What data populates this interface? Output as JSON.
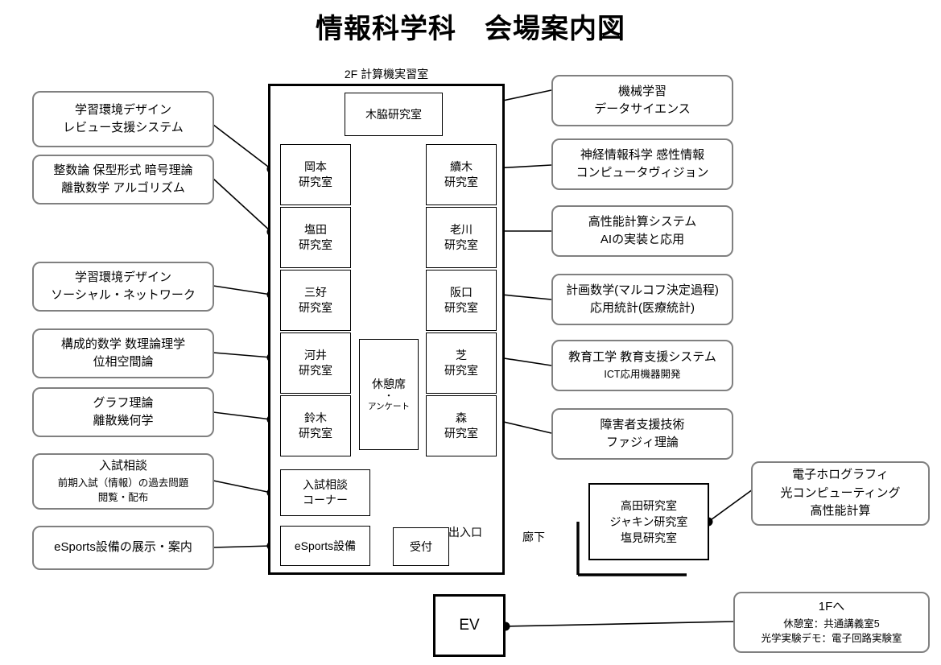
{
  "page": {
    "title": "情報科学科　会場案内図",
    "subtitle": "2F 計算機実習室",
    "corridor_label": "廊下",
    "entrance_label": "出入口"
  },
  "colors": {
    "callout_border": "#808080",
    "map_border": "#000000",
    "background": "#ffffff",
    "connector": "#000000"
  },
  "left_callouts": [
    {
      "lines": [
        "学習環境デザイン",
        "レビュー支援システム"
      ]
    },
    {
      "lines": [
        "整数論 保型形式 暗号理論",
        "離散数学 アルゴリズム"
      ]
    },
    {
      "lines": [
        "学習環境デザイン",
        "ソーシャル・ネットワーク"
      ]
    },
    {
      "lines": [
        "構成的数学 数理論理学",
        "位相空間論"
      ]
    },
    {
      "lines": [
        "グラフ理論",
        "離散幾何学"
      ]
    },
    {
      "lines": [
        "入試相談",
        "前期入試（情報）の過去問題",
        "閲覧・配布"
      ]
    },
    {
      "lines": [
        "eSports設備の展示・案内"
      ]
    }
  ],
  "right_callouts": [
    {
      "lines": [
        "機械学習",
        "データサイエンス"
      ]
    },
    {
      "lines": [
        "神経情報科学 感性情報",
        "コンピュータヴィジョン"
      ]
    },
    {
      "lines": [
        "高性能計算システム",
        "AIの実装と応用"
      ]
    },
    {
      "lines": [
        "計画数学(マルコフ決定過程)",
        "応用統計(医療統計)"
      ]
    },
    {
      "lines": [
        "教育工学 教育支援システム",
        "ICT応用機器開発"
      ]
    },
    {
      "lines": [
        "障害者支援技術",
        "ファジィ理論"
      ]
    },
    {
      "lines": [
        "電子ホログラフィ",
        "光コンピューティング",
        "高性能計算"
      ]
    },
    {
      "lines": [
        "1Fへ",
        "休憩室：共通講義室5",
        "光学実験デモ：電子回路実験室"
      ]
    }
  ],
  "rooms": {
    "top": {
      "lines": [
        "木脇研究室"
      ]
    },
    "left_column": [
      {
        "lines": [
          "岡本",
          "研究室"
        ]
      },
      {
        "lines": [
          "塩田",
          "研究室"
        ]
      },
      {
        "lines": [
          "三好",
          "研究室"
        ]
      },
      {
        "lines": [
          "河井",
          "研究室"
        ]
      },
      {
        "lines": [
          "鈴木",
          "研究室"
        ]
      }
    ],
    "right_column": [
      {
        "lines": [
          "續木",
          "研究室"
        ]
      },
      {
        "lines": [
          "老川",
          "研究室"
        ]
      },
      {
        "lines": [
          "阪口",
          "研究室"
        ]
      },
      {
        "lines": [
          "芝",
          "研究室"
        ]
      },
      {
        "lines": [
          "森",
          "研究室"
        ]
      }
    ],
    "center": {
      "lines": [
        "休憩席",
        "・",
        "アンケート"
      ]
    },
    "consult": {
      "lines": [
        "入試相談",
        "コーナー"
      ]
    },
    "esports": {
      "lines": [
        "eSports設備"
      ]
    },
    "reception": {
      "lines": [
        "受付"
      ]
    }
  },
  "outside": {
    "lab_block": {
      "lines": [
        "高田研究室",
        "ジャキン研究室",
        "塩見研究室"
      ]
    },
    "elevator": {
      "label": "EV"
    }
  }
}
